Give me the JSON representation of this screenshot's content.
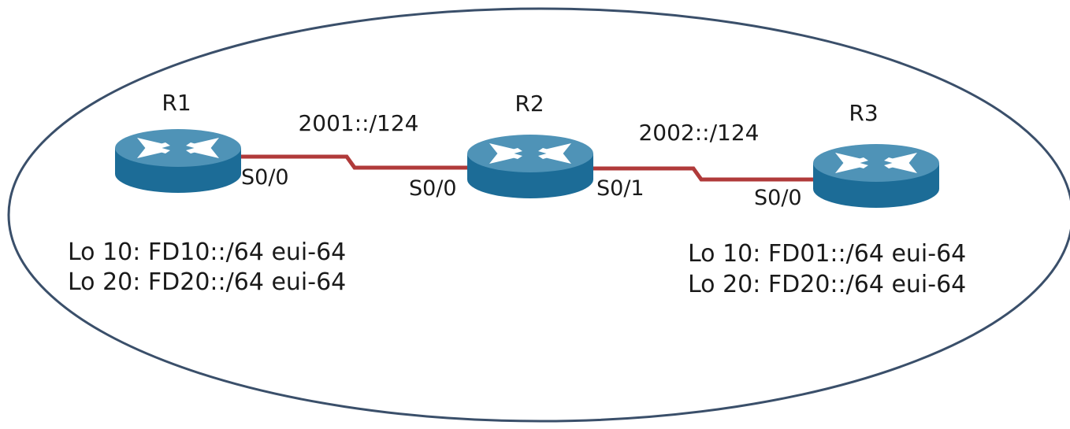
{
  "diagram": {
    "colors": {
      "boundary": "#3a4f6a",
      "link": "#b03a3a",
      "router_top": "#4f93b7",
      "router_side": "#1c6c97",
      "router_arrows": "#ffffff",
      "text": "#1a1a1a"
    },
    "routers": [
      {
        "id": "r1",
        "label": "R1",
        "icon": "router-icon"
      },
      {
        "id": "r2",
        "label": "R2",
        "icon": "router-icon"
      },
      {
        "id": "r3",
        "label": "R3",
        "icon": "router-icon"
      }
    ],
    "links": [
      {
        "id": "r1-r2",
        "subnet": "2001::/124",
        "a_iface": "S0/0",
        "b_iface": "S0/0"
      },
      {
        "id": "r2-r3",
        "subnet": "2002::/124",
        "a_iface": "S0/1",
        "b_iface": "S0/0"
      }
    ],
    "r1_loopbacks": [
      "Lo 10: FD10::/64 eui-64",
      "Lo 20: FD20::/64 eui-64"
    ],
    "r3_loopbacks": [
      "Lo 10: FD01::/64 eui-64",
      "Lo 20: FD20::/64 eui-64"
    ]
  }
}
